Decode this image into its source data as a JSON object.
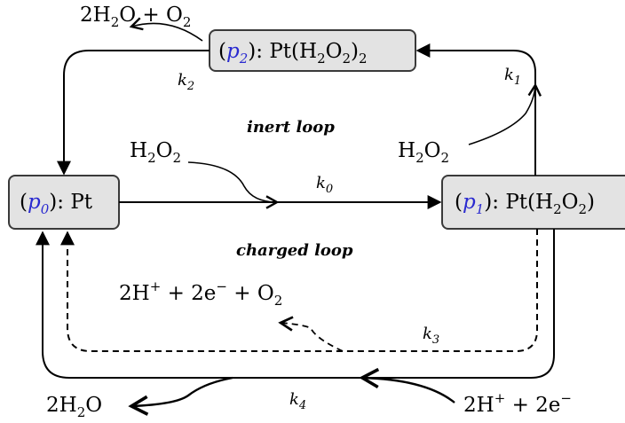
{
  "nodes": {
    "p0": {
      "id": "p0",
      "species": "Pt"
    },
    "p1": {
      "id": "p1",
      "species_prefix": "Pt(H",
      "species_sub1": "2",
      "species_mid": "O",
      "species_sub2": "2",
      "species_suffix": ")"
    },
    "p2": {
      "id": "p2",
      "species_prefix": "Pt(H",
      "species_sub1": "2",
      "species_mid": "O",
      "species_sub2": "2",
      "species_suffix": ")",
      "species_sub3": "2"
    }
  },
  "rates": {
    "k0": {
      "k": "k",
      "sub": "0"
    },
    "k1": {
      "k": "k",
      "sub": "1"
    },
    "k2": {
      "k": "k",
      "sub": "2"
    },
    "k3": {
      "k": "k",
      "sub": "3"
    },
    "k4": {
      "k": "k",
      "sub": "4"
    }
  },
  "loops": {
    "inert": "inert loop",
    "charged": "charged loop"
  },
  "species": {
    "p2_products": {
      "coef": "2H",
      "sub1": "2",
      "mid": "O + O",
      "sub2": "2"
    },
    "h2o2_in_k0": {
      "a": "H",
      "sub1": "2",
      "b": "O",
      "sub2": "2"
    },
    "h2o2_in_k1": {
      "a": "H",
      "sub1": "2",
      "b": "O",
      "sub2": "2"
    },
    "k3_products": {
      "a": "2H",
      "sup1": "+",
      "b": " + 2e",
      "sup2": "−",
      "c": " + O",
      "sub": "2"
    },
    "k4_product": {
      "a": "2H",
      "sub": "2",
      "b": "O"
    },
    "k4_reactants": {
      "a": "2H",
      "sup1": "+",
      "b": " + 2e",
      "sup2": "−"
    }
  }
}
